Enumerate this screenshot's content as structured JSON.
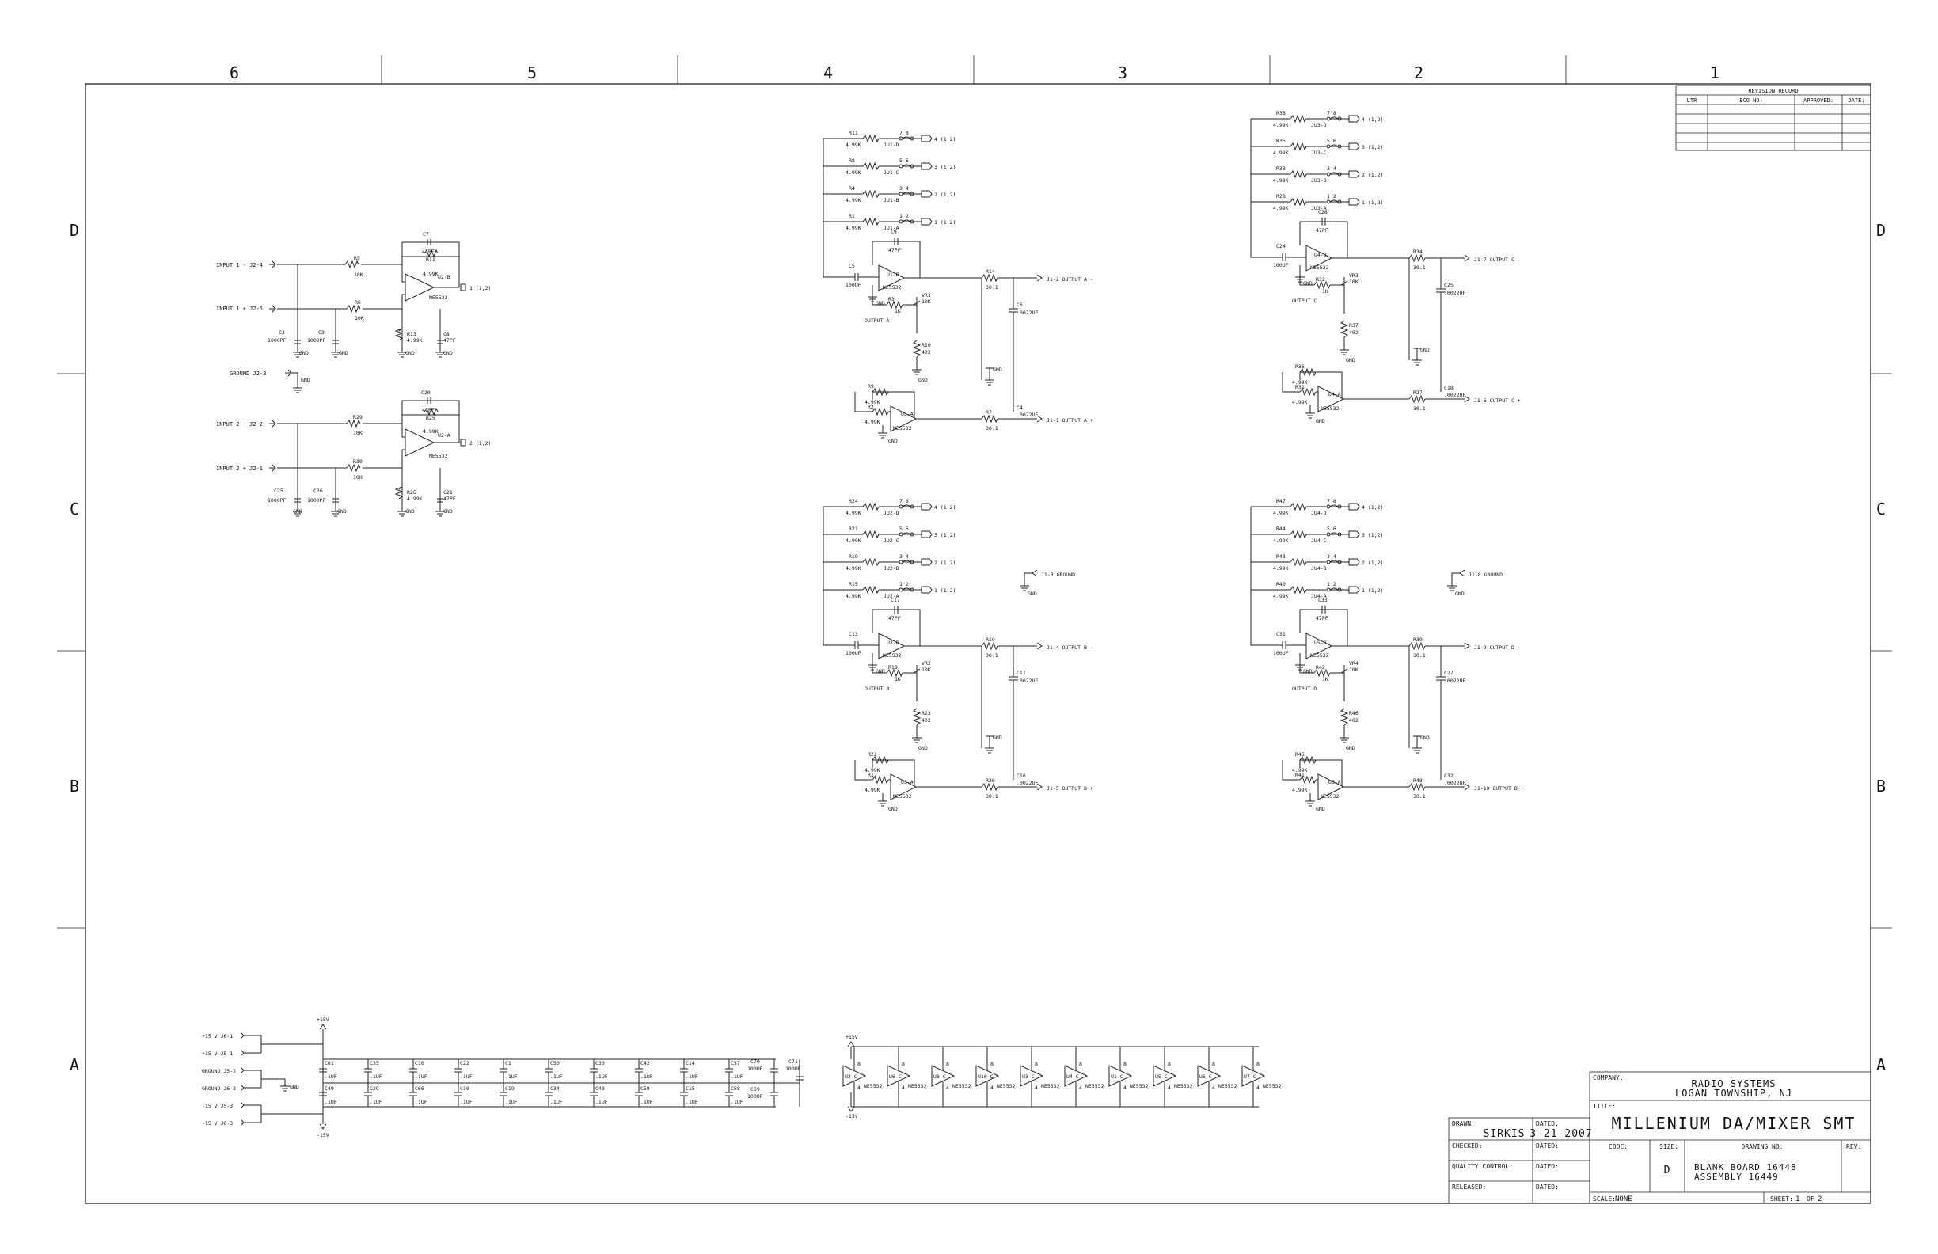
{
  "zones": {
    "columns": [
      "6",
      "5",
      "4",
      "3",
      "2",
      "1"
    ],
    "rows": [
      "D",
      "C",
      "B",
      "A"
    ]
  },
  "revision_record": {
    "title": "REVISION RECORD",
    "headers": [
      "LTR",
      "ECO NO:",
      "APPROVED:",
      "DATE:"
    ]
  },
  "inputs": {
    "in1_minus": "INPUT 1 -  J2-4",
    "in1_plus": "INPUT 1 +  J2-5",
    "ground": "GROUND  J2-3",
    "in2_minus": "INPUT 2 -  J2-2",
    "in2_plus": "INPUT 2 +  J2-1",
    "gnd": "GND",
    "ch1": {
      "r_in1": "R5",
      "r_in1_val": "10K",
      "r_in2": "R6",
      "r_in2_val": "10K",
      "cap_fb": "C7",
      "cap_fb_val": "47PF",
      "r_fb": "R11",
      "r_fb_val": "4.99K",
      "opamp": "U2-B",
      "opamp_type": "NE5532",
      "out_tag": "1 (1,2)",
      "c_a": "C2",
      "c_a_val": "1000PF",
      "c_b": "C3",
      "c_b_val": "1000PF",
      "r_g": "R13",
      "r_g_val": "4.99K",
      "c_g": "C8",
      "c_g_val": "47PF"
    },
    "ch2": {
      "r_in1": "R29",
      "r_in1_val": "10K",
      "r_in2": "R30",
      "r_in2_val": "10K",
      "cap_fb": "C20",
      "cap_fb_val": "47PF",
      "r_fb": "R25",
      "r_fb_val": "4.99K",
      "opamp": "U2-A",
      "opamp_type": "NE5532",
      "out_tag": "2 (1,2)",
      "c_a": "C25",
      "c_a_val": "1000PF",
      "c_b": "C26",
      "c_b_val": "1000PF",
      "r_g": "R26",
      "r_g_val": "4.99K",
      "c_g": "C21",
      "c_g_val": "47PF"
    }
  },
  "output_blocks": [
    {
      "jumpers": [
        {
          "r": "R11",
          "val": "4.99K",
          "jp": "JU1-D",
          "tag": "4 (1,2)",
          "pins": "7  8"
        },
        {
          "r": "R8",
          "val": "4.99K",
          "jp": "JU1-C",
          "tag": "3 (1,2)",
          "pins": "5  6"
        },
        {
          "r": "R4",
          "val": "4.99K",
          "jp": "JU1-B",
          "tag": "2 (1,2)",
          "pins": "3  4"
        },
        {
          "r": "R1",
          "val": "4.99K",
          "jp": "JU1-A",
          "tag": "1 (1,2)",
          "pins": "1  2"
        }
      ],
      "c_in": "C5",
      "c_in_val": "100UF",
      "c_fb": "C9",
      "c_fb_val": "47PF",
      "opamp_top": "U1-B",
      "opamp_bot": "U5-A",
      "opamp_type": "NE5532",
      "r_gain": "R3",
      "r_gain_val": "1K",
      "vr": "VR1",
      "vr_val": "10K",
      "trim_label": "OUTPUT A",
      "r_bias": "R10",
      "r_bias_val": "402",
      "r_out_top": "R14",
      "r_out_top_val": "30.1",
      "c_out_top": "C6",
      "c_out_top_val": ".0022UF",
      "r_inv_a": "R9",
      "r_inv_a_val": "4.99K",
      "r_inv_b": "R2",
      "r_inv_b_val": "4.99K",
      "r_out_bot": "R7",
      "r_out_bot_val": "30.1",
      "c_out_bot": "C4",
      "c_out_bot_val": ".0022UF",
      "out_minus": "J1-2  OUTPUT A -",
      "out_plus": "J1-1  OUTPUT A +",
      "gnd": "GND"
    },
    {
      "jumpers": [
        {
          "r": "R38",
          "val": "4.99K",
          "jp": "JU3-D",
          "tag": "4 (1,2)",
          "pins": "7  8"
        },
        {
          "r": "R35",
          "val": "4.99K",
          "jp": "JU3-C",
          "tag": "3 (1,2)",
          "pins": "5  6"
        },
        {
          "r": "R33",
          "val": "4.99K",
          "jp": "JU3-B",
          "tag": "2 (1,2)",
          "pins": "3  4"
        },
        {
          "r": "R28",
          "val": "4.99K",
          "jp": "JU3-A",
          "tag": "1 (1,2)",
          "pins": "1  2"
        }
      ],
      "c_in": "C24",
      "c_in_val": "100UF",
      "c_fb": "C28",
      "c_fb_val": "47PF",
      "opamp_top": "U4-B",
      "opamp_bot": "U4-A",
      "opamp_type": "NE5532",
      "r_gain": "R32",
      "r_gain_val": "1K",
      "vr": "VR3",
      "vr_val": "10K",
      "trim_label": "OUTPUT C",
      "r_bias": "R37",
      "r_bias_val": "402",
      "r_out_top": "R34",
      "r_out_top_val": "30.1",
      "c_out_top": "C25",
      "c_out_top_val": ".0022UF",
      "r_inv_a": "R36",
      "r_inv_a_val": "4.99K",
      "r_inv_b": "R31",
      "r_inv_b_val": "4.99K",
      "r_out_bot": "R27",
      "r_out_bot_val": "30.1",
      "c_out_bot": "C18",
      "c_out_bot_val": ".0022UF",
      "out_minus": "J1-7  OUTPUT C -",
      "out_plus": "J1-6  OUTPUT C +",
      "gnd": "GND"
    },
    {
      "jumpers": [
        {
          "r": "R24",
          "val": "4.99K",
          "jp": "JU2-D",
          "tag": "4 (1,2)",
          "pins": "7  8"
        },
        {
          "r": "R21",
          "val": "4.99K",
          "jp": "JU2-C",
          "tag": "3 (1,2)",
          "pins": "5  6"
        },
        {
          "r": "R19",
          "val": "4.99K",
          "jp": "JU2-B",
          "tag": "2 (1,2)",
          "pins": "3  4"
        },
        {
          "r": "R15",
          "val": "4.99K",
          "jp": "JU2-A",
          "tag": "1 (1,2)",
          "pins": "1  2"
        }
      ],
      "c_in": "C13",
      "c_in_val": "100UF",
      "c_fb": "C17",
      "c_fb_val": "47PF",
      "opamp_top": "U3-B",
      "opamp_bot": "U3-A",
      "opamp_type": "NE5532",
      "r_gain": "R18",
      "r_gain_val": "1K",
      "vr": "VR2",
      "vr_val": "10K",
      "trim_label": "OUTPUT B",
      "r_bias": "R23",
      "r_bias_val": "402",
      "r_out_top": "R19",
      "r_out_top_val": "30.1",
      "c_out_top": "C11",
      "c_out_top_val": ".0022UF",
      "r_inv_a": "R22",
      "r_inv_a_val": "4.99K",
      "r_inv_b": "R17",
      "r_inv_b_val": "4.99K",
      "r_out_bot": "R20",
      "r_out_bot_val": "30.1",
      "c_out_bot": "C16",
      "c_out_bot_val": ".0022UF",
      "out_minus": "J1-4  OUTPUT B -",
      "out_plus": "J1-5  OUTPUT B +",
      "gnd": "GND",
      "ground_tag": "J1-3  GROUND"
    },
    {
      "jumpers": [
        {
          "r": "R47",
          "val": "4.99K",
          "jp": "JU4-D",
          "tag": "4 (1,2)",
          "pins": "7  8"
        },
        {
          "r": "R44",
          "val": "4.99K",
          "jp": "JU4-C",
          "tag": "3 (1,2)",
          "pins": "5  6"
        },
        {
          "r": "R43",
          "val": "4.99K",
          "jp": "JU4-B",
          "tag": "2 (1,2)",
          "pins": "3  4"
        },
        {
          "r": "R40",
          "val": "4.99K",
          "jp": "JU4-A",
          "tag": "1 (1,2)",
          "pins": "1  2"
        }
      ],
      "c_in": "C31",
      "c_in_val": "100UF",
      "c_fb": "C33",
      "c_fb_val": "47PF",
      "opamp_top": "U5-B",
      "opamp_bot": "U5-A",
      "opamp_type": "NE5532",
      "r_gain": "R42",
      "r_gain_val": "1K",
      "vr": "VR4",
      "vr_val": "10K",
      "trim_label": "OUTPUT D",
      "r_bias": "R46",
      "r_bias_val": "402",
      "r_out_top": "R39",
      "r_out_top_val": "30.1",
      "c_out_top": "C27",
      "c_out_top_val": ".0022UF",
      "r_inv_a": "R45",
      "r_inv_a_val": "4.99K",
      "r_inv_b": "R41",
      "r_inv_b_val": "4.99K",
      "r_out_bot": "R48",
      "r_out_bot_val": "30.1",
      "c_out_bot": "C32",
      "c_out_bot_val": ".0022UF",
      "out_minus": "J1-9  OUTPUT D -",
      "out_plus": "J1-10  OUTPUT D +",
      "gnd": "GND",
      "ground_tag": "J1-8  GROUND"
    }
  ],
  "power": {
    "connectors": [
      "+15 V  J6-1",
      "+15 V  J5-1",
      "GROUND  J5-2",
      "GROUND  J6-2",
      "-15 V  J5-3",
      "-15 V  J6-3"
    ],
    "rail_plus": "+15V",
    "rail_minus": "-15V",
    "gnd": "GND",
    "caps_top": [
      "C61",
      "C35",
      "C10",
      "C22",
      "C1",
      "C50",
      "C30",
      "C42",
      "C14",
      "C57"
    ],
    "caps_bot": [
      "C49",
      "C29",
      "C66",
      "C10",
      "C19",
      "C34",
      "C43",
      "C59",
      "C15",
      "C58"
    ],
    "cap_val": ".1UF",
    "bulk_top": "C70",
    "bulk_top_val": "100UF",
    "bulk_bot": "C69",
    "bulk_bot_val": "100UF",
    "bulk_right": "C71",
    "bulk_right_val": "100UF"
  },
  "supply_opamps": {
    "rail_plus": "+15V",
    "rail_minus": "-15V",
    "parts": [
      "U2-C",
      "U6-C",
      "U8-C",
      "U10-C",
      "U3-C",
      "U4-C",
      "U1-C",
      "U5-C",
      "U6-C",
      "U7-C"
    ],
    "pin_top": "8",
    "pin_bot": "4",
    "type": "NE5532"
  },
  "title_block": {
    "company_label": "COMPANY:",
    "company_line1": "RADIO SYSTEMS",
    "company_line2": "LOGAN TOWNSHIP, NJ",
    "title_label": "TITLE:",
    "title": "MILLENIUM DA/MIXER SMT",
    "drawn_label": "DRAWN:",
    "drawn": "SIRKIS",
    "dated_label": "DATED:",
    "date": "3-21-2007",
    "checked_label": "CHECKED:",
    "quality_label": "QUALITY CONTROL:",
    "released_label": "RELEASED:",
    "code_label": "CODE:",
    "size_label": "SIZE:",
    "size": "D",
    "drawing_no_label": "DRAWING NO:",
    "drawing_line1": "BLANK BOARD 16448",
    "drawing_line2": "ASSEMBLY 16449",
    "rev_label": "REV:",
    "scale_label": "SCALE:",
    "scale": "NONE",
    "sheet_label": "SHEET:",
    "sheet": "1",
    "of_label": "OF",
    "of": "2"
  }
}
